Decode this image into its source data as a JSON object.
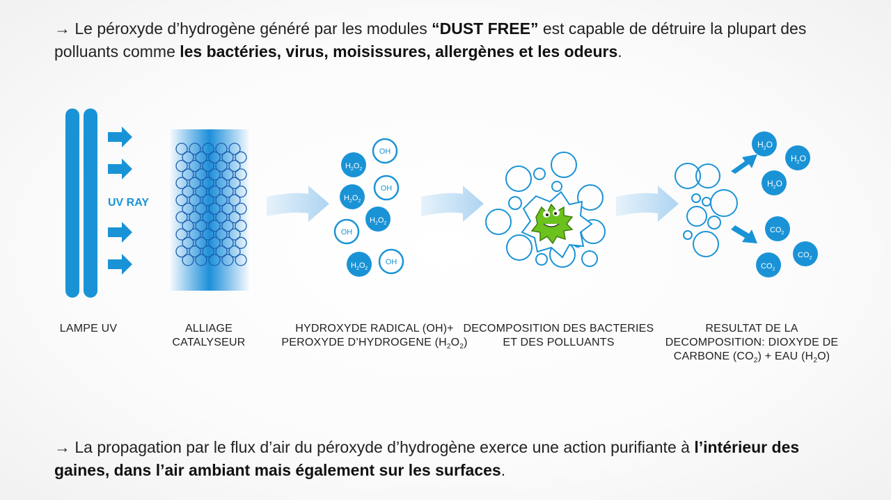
{
  "intro": {
    "arrow": "→",
    "t1": " Le péroxyde d’hydrogène généré par les modules ",
    "b1": "“DUST FREE”",
    "t2": " est capable de détruire la plupart des polluants comme ",
    "b2": "les bactéries, virus, moisissures, allergènes et les odeurs",
    "t3": "."
  },
  "outro": {
    "arrow": "→",
    "t1": " La propagation par le flux d’air du péroxyde d’hydrogène exerce une action purifiante à ",
    "b1": "l’intérieur des gaines, dans l’air ambiant mais également sur les surfaces",
    "t2": "."
  },
  "diagram": {
    "uv_ray": "UV RAY",
    "oh": "OH",
    "h2o2": {
      "h": "H",
      "s1": "2",
      "o": "O",
      "s2": "2"
    },
    "h2o": {
      "h": "H",
      "s": "2",
      "o": "O"
    },
    "co2": {
      "c": "CO",
      "s": "2"
    },
    "labels": {
      "lamp": "LAMPE UV",
      "alloy_1": "ALLIAGE",
      "alloy_2": "CATALYSEUR",
      "radical_1": "HYDROXYDE RADICAL (OH)+",
      "radical_2a": "PEROXYDE D’HYDROGENE (H",
      "radical_2s1": "2",
      "radical_2b": "O",
      "radical_2s2": "2",
      "radical_2c": ")",
      "decomp_1": "DECOMPOSITION DES BACTERIES",
      "decomp_2": "ET DES POLLUANTS",
      "result_1": "RESULTAT DE LA",
      "result_2": "DECOMPOSITION: DIOXYDE DE",
      "result_3a": "CARBONE (CO",
      "result_3s1": "2",
      "result_3b": ") + EAU (H",
      "result_3s2": "2",
      "result_3c": "O)"
    }
  },
  "colors": {
    "accent": "#1a93d6",
    "flow": "#bcdcf3",
    "germ": "#6cc21d"
  }
}
